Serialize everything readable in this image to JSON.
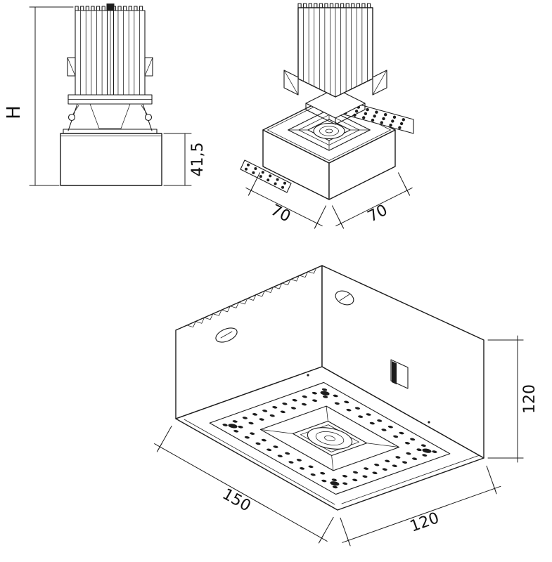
{
  "drawing": {
    "type": "technical-dimension-drawing",
    "views": {
      "front": {
        "label_height": "H",
        "label_recess_depth": "41,5"
      },
      "module_iso": {
        "label_width": "70",
        "label_depth": "70"
      },
      "housing_iso": {
        "label_width": "150",
        "label_depth": "120",
        "label_height": "120"
      }
    },
    "colors": {
      "line": "#1c1c1c",
      "background": "#ffffff"
    }
  }
}
